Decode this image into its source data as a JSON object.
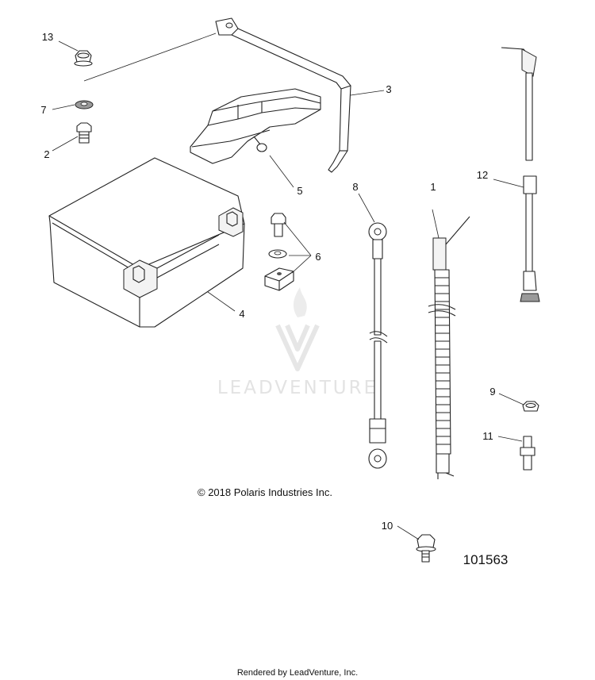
{
  "diagram": {
    "callouts": [
      {
        "id": "13",
        "label": "13"
      },
      {
        "id": "7",
        "label": "7"
      },
      {
        "id": "2",
        "label": "2"
      },
      {
        "id": "3",
        "label": "3"
      },
      {
        "id": "5",
        "label": "5"
      },
      {
        "id": "4",
        "label": "4"
      },
      {
        "id": "6",
        "label": "6"
      },
      {
        "id": "8",
        "label": "8"
      },
      {
        "id": "1",
        "label": "1"
      },
      {
        "id": "12",
        "label": "12"
      },
      {
        "id": "9",
        "label": "9"
      },
      {
        "id": "11",
        "label": "11"
      },
      {
        "id": "10",
        "label": "10"
      }
    ],
    "copyright": "© 2018 Polaris Industries Inc.",
    "figure_number": "101563",
    "watermark": "LEADVENTURE",
    "footer": "Rendered by LeadVenture, Inc."
  },
  "colors": {
    "line": "#222222",
    "watermark": "#e3e3e3",
    "background": "#ffffff"
  }
}
